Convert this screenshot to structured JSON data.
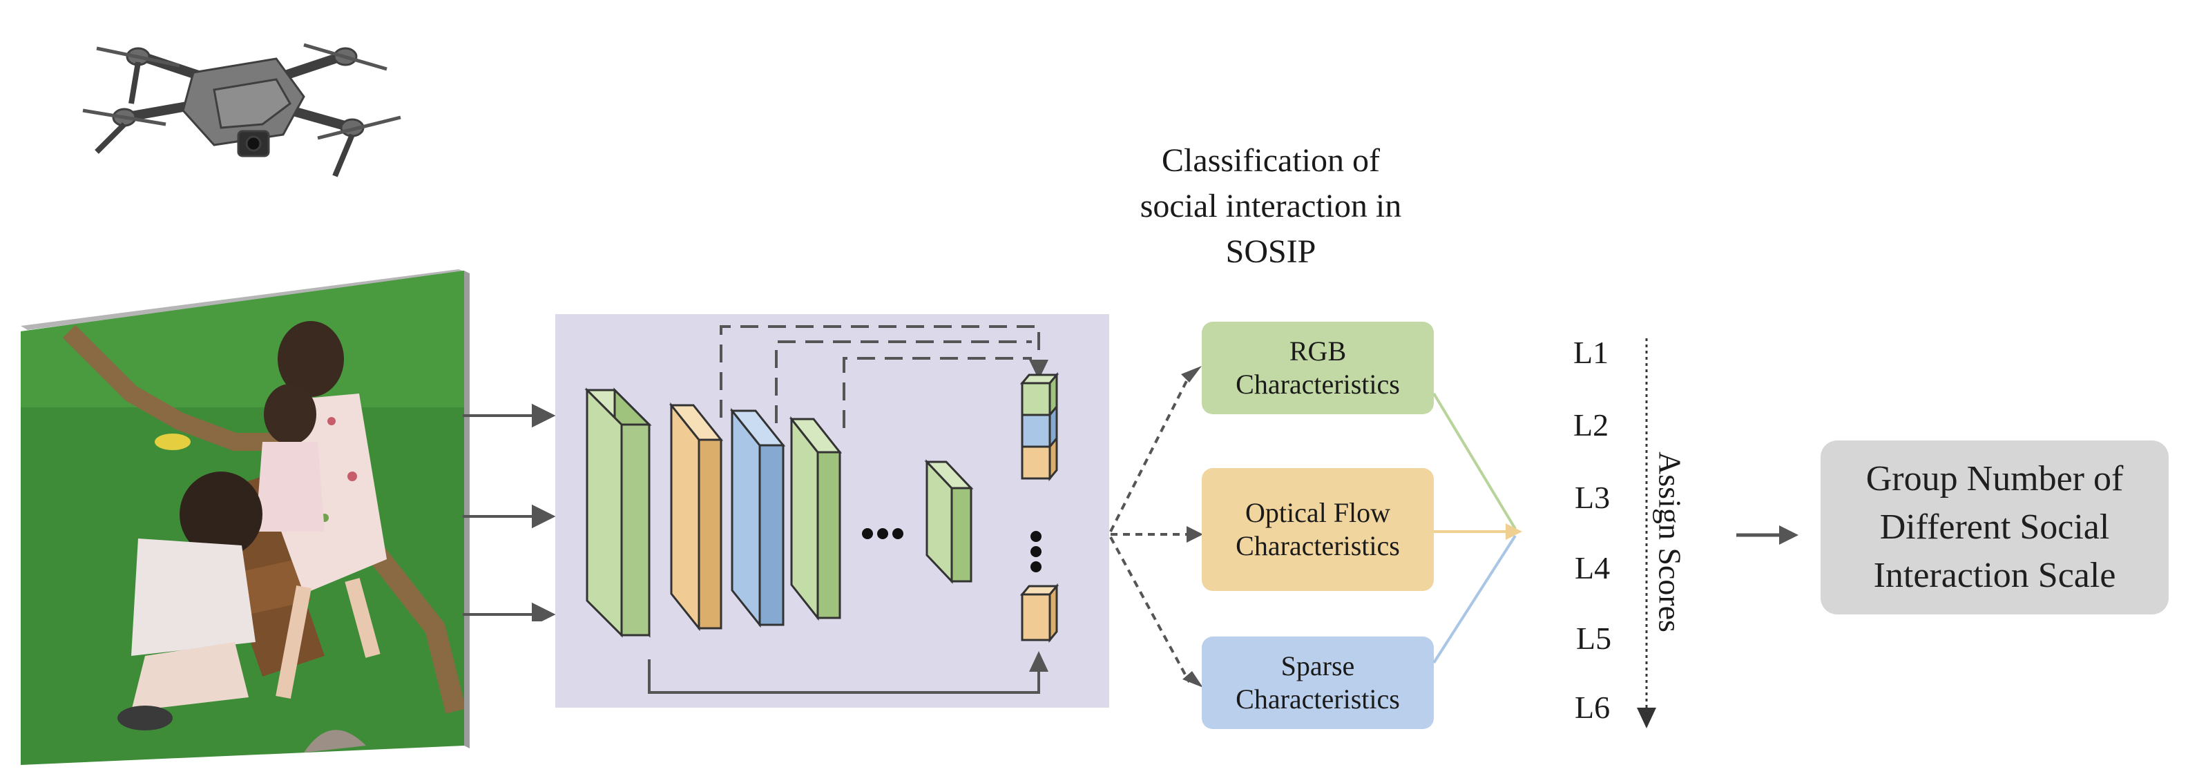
{
  "title": [
    "Classification of",
    "social interaction in",
    "SOSIP"
  ],
  "features": [
    {
      "lines": [
        "RGB",
        "Characteristics"
      ],
      "color": "#c3d9a5"
    },
    {
      "lines": [
        "Optical Flow",
        "Characteristics"
      ],
      "color": "#f1d59e"
    },
    {
      "lines": [
        "Sparse",
        "Characteristics"
      ],
      "color": "#b9cfeb"
    }
  ],
  "levels": [
    "L1",
    "L2",
    "L3",
    "L4",
    "L5",
    "L6"
  ],
  "assign_label": "Assign Scores",
  "result": [
    "Group Number of",
    "Different Social",
    "Interaction Scale"
  ],
  "colors": {
    "network_panel": "#dcd9eb",
    "block_green": "#c4dca8",
    "block_orange": "#f0cc94",
    "block_blue": "#a9c6e6",
    "arrow_gray": "#555555"
  },
  "icons": [
    "drone-icon",
    "children-photo",
    "ellipsis-dots",
    "vertical-dots"
  ]
}
